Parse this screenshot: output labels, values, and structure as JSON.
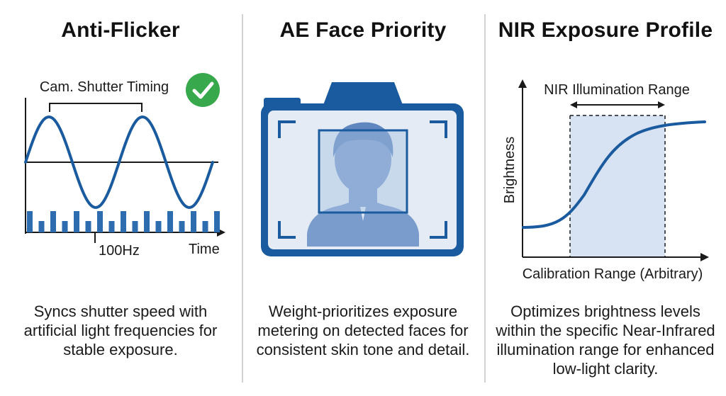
{
  "panels": [
    {
      "title": "Anti-Flicker",
      "description": "Syncs shutter speed with artificial light frequencies for stable exposure.",
      "labels": {
        "shutter_timing": "Cam. Shutter Timing",
        "frequency": "100Hz",
        "x_axis": "Time"
      },
      "icons": [
        "check-circle-icon"
      ]
    },
    {
      "title": "AE Face Priority",
      "description": "Weight-prioritizes exposure metering on detected faces for consistent skin tone and detail.",
      "icons": [
        "camera-icon",
        "face-silhouette-icon"
      ]
    },
    {
      "title": "NIR Exposure Profile",
      "description": "Optimizes brightness levels within the specific Near-Infrared illumination range for enhanced low-light clarity.",
      "labels": {
        "range": "NIR Illumination Range",
        "y_axis": "Brightness",
        "x_axis": "Calibration Range (Arbitrary)"
      }
    }
  ],
  "colors": {
    "accent_blue": "#1a5a9e",
    "light_blue": "#a9c3e3",
    "check_green": "#37a84c"
  }
}
